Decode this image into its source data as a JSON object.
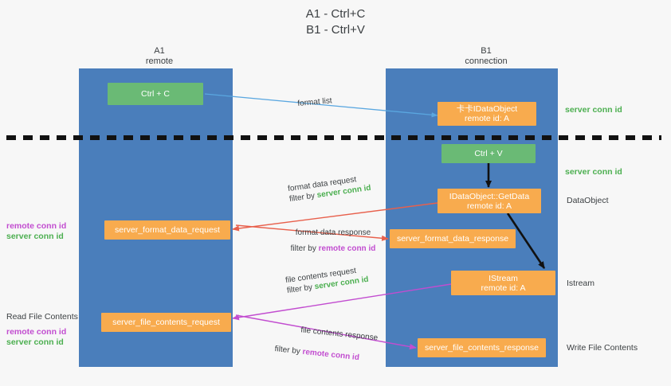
{
  "title": {
    "line1": "A1 - Ctrl+C",
    "line2": "B1 - Ctrl+V"
  },
  "columns": [
    {
      "name": "A1",
      "sub": "remote"
    },
    {
      "name": "B1",
      "sub": "connection"
    }
  ],
  "nodes": {
    "ctrl_c": "Ctrl + C",
    "ctrl_v": "Ctrl + V",
    "idataobject_line1": "卡卡IDataObject",
    "idataobject_line2": "remote id: A",
    "getdata_line1": "IDataObject::GetData",
    "getdata_line2": "remote id: A",
    "istream_line1": "IStream",
    "istream_line2": "remote id: A",
    "server_format_data_request": "server_format_data_request",
    "server_format_data_response": "server_format_data_response",
    "server_file_contents_request": "server_file_contents_request",
    "server_file_contents_response": "server_file_contents_response"
  },
  "edges": {
    "format_list": "format list",
    "format_data_request": "format data request",
    "format_data_request_filter_prefix": "filter by ",
    "format_data_request_filter_value": "server conn id",
    "format_data_response": "format data response",
    "format_data_response_filter_prefix": "filter by ",
    "format_data_response_filter_value": "remote conn id",
    "file_contents_request": "file contents request",
    "file_contents_request_filter_prefix": "filter by ",
    "file_contents_request_filter_value": "server conn id",
    "file_contents_response": "file contents response",
    "file_contents_response_filter_prefix": "filter by ",
    "file_contents_response_filter_value": "remote conn id"
  },
  "left_annotations": {
    "group1_remote": "remote conn id",
    "group1_server": "server conn id",
    "read_file_contents": "Read File Contents",
    "group2_remote": "remote conn id",
    "group2_server": "server conn id"
  },
  "right_annotations": {
    "server_conn_id_top": "server conn id",
    "server_conn_id_mid": "server conn id",
    "dataobject": "DataObject",
    "istream": "Istream",
    "write_file_contents": "Write File Contents"
  },
  "colors": {
    "lane": "#4a7ebb",
    "green_node": "#6aba75",
    "orange_node": "#f8ab4e",
    "green_text": "#4caf50",
    "magenta_text": "#c24dd0",
    "arrow_blue": "#5aa7e0",
    "arrow_red": "#e8604c",
    "arrow_magenta": "#c24dd0",
    "arrow_black": "#111111",
    "background": "#f7f7f7"
  }
}
